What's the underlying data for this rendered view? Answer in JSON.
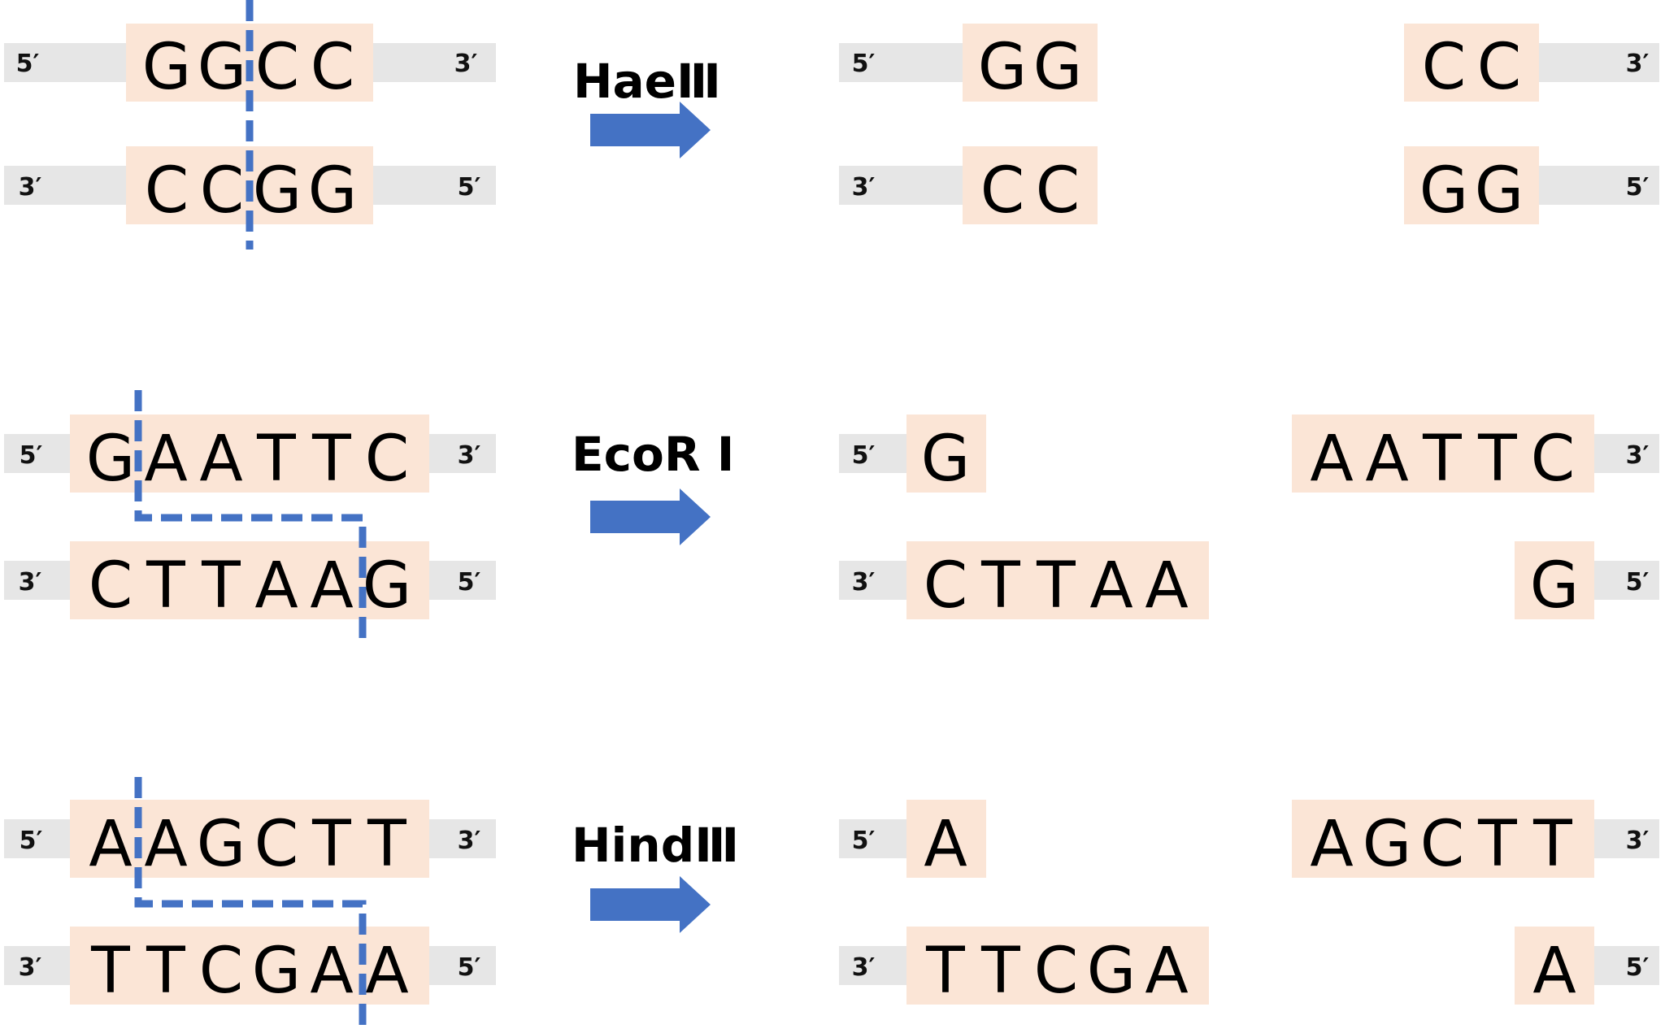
{
  "colors": {
    "strand": "#e6e6e6",
    "recognition_site": "#fbe5d6",
    "cut_line": "#4472c4",
    "arrow": "#4472c4",
    "text": "#000000"
  },
  "icons": {
    "arrow": "right-arrow-icon"
  },
  "rows": [
    {
      "enzyme": "HaeⅢ",
      "site": {
        "top": [
          "G",
          "G",
          "C",
          "C"
        ],
        "bottom": [
          "C",
          "C",
          "G",
          "G"
        ],
        "top_ends": [
          "5′",
          "3′"
        ],
        "bottom_ends": [
          "3′",
          "5′"
        ]
      },
      "cut": {
        "top_after": 2,
        "bottom_after": 2
      },
      "products": {
        "left": {
          "top": [
            "G",
            "G"
          ],
          "bottom": [
            "C",
            "C"
          ],
          "top_end": "5′",
          "bottom_end": "3′"
        },
        "right": {
          "top": [
            "C",
            "C"
          ],
          "bottom": [
            "G",
            "G"
          ],
          "top_end": "3′",
          "bottom_end": "5′"
        }
      }
    },
    {
      "enzyme": "EcoR Ⅰ",
      "site": {
        "top": [
          "G",
          "A",
          "A",
          "T",
          "T",
          "C"
        ],
        "bottom": [
          "C",
          "T",
          "T",
          "A",
          "A",
          "G"
        ],
        "top_ends": [
          "5′",
          "3′"
        ],
        "bottom_ends": [
          "3′",
          "5′"
        ]
      },
      "cut": {
        "top_after": 1,
        "bottom_after": 5
      },
      "products": {
        "left": {
          "top": [
            "G"
          ],
          "bottom": [
            "C",
            "T",
            "T",
            "A",
            "A"
          ],
          "top_end": "5′",
          "bottom_end": "3′"
        },
        "right": {
          "top": [
            "A",
            "A",
            "T",
            "T",
            "C"
          ],
          "bottom": [
            "G"
          ],
          "top_end": "3′",
          "bottom_end": "5′"
        }
      }
    },
    {
      "enzyme": "HindⅢ",
      "site": {
        "top": [
          "A",
          "A",
          "G",
          "C",
          "T",
          "T"
        ],
        "bottom": [
          "T",
          "T",
          "C",
          "G",
          "A",
          "A"
        ],
        "top_ends": [
          "5′",
          "3′"
        ],
        "bottom_ends": [
          "3′",
          "5′"
        ]
      },
      "cut": {
        "top_after": 1,
        "bottom_after": 5
      },
      "products": {
        "left": {
          "top": [
            "A"
          ],
          "bottom": [
            "T",
            "T",
            "C",
            "G",
            "A"
          ],
          "top_end": "5′",
          "bottom_end": "3′"
        },
        "right": {
          "top": [
            "A",
            "G",
            "C",
            "T",
            "T"
          ],
          "bottom": [
            "A"
          ],
          "top_end": "3′",
          "bottom_end": "5′"
        }
      }
    }
  ]
}
